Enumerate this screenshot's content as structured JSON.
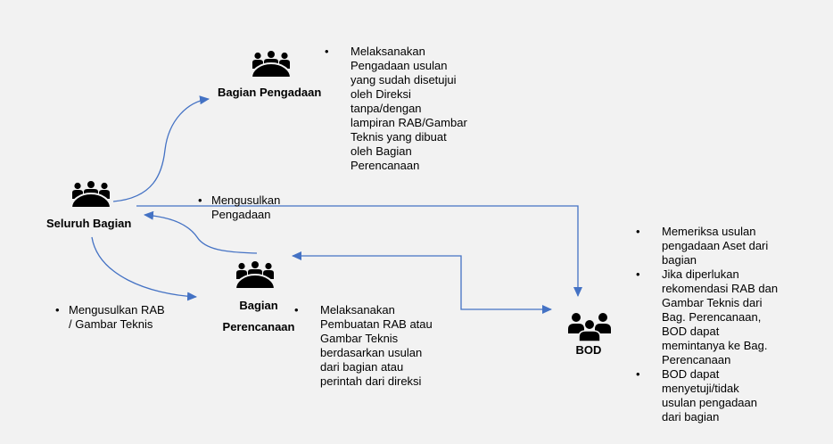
{
  "colors": {
    "background": "#f2f2f2",
    "connector": "#4472c4",
    "icon": "#000000",
    "text": "#000000"
  },
  "nodes": {
    "pengadaan": {
      "label": "Bagian Pengadaan",
      "icon": "group-meeting-icon"
    },
    "seluruh": {
      "label": "Seluruh Bagian",
      "icon": "group-meeting-icon"
    },
    "perencanaan": {
      "label_lines": [
        "Bagian",
        "Perencanaan"
      ],
      "icon": "group-meeting-icon"
    },
    "bod": {
      "label": "BOD",
      "icon": "people-group-icon"
    }
  },
  "notes": {
    "pengadaan": [
      {
        "lines": [
          "Melaksanakan",
          "Pengadaan usulan",
          "yang sudah disetujui",
          "oleh Direksi",
          "tanpa/dengan",
          "lampiran RAB/Gambar",
          "Teknis yang dibuat",
          "oleh Bagian",
          "Perencanaan"
        ]
      }
    ],
    "seluruh_to_bod": [
      {
        "lines": [
          "Mengusulkan",
          "Pengadaan"
        ]
      }
    ],
    "seluruh_to_perencanaan": [
      {
        "lines": [
          "Mengusulkan RAB",
          "/ Gambar Teknis"
        ]
      }
    ],
    "perencanaan": [
      {
        "lines": [
          "Melaksanakan",
          "Pembuatan RAB atau",
          "Gambar Teknis",
          "berdasarkan usulan",
          "dari bagian atau",
          "perintah dari direksi"
        ]
      }
    ],
    "bod": [
      {
        "lines": [
          "Memeriksa usulan",
          "pengadaan Aset dari",
          "bagian"
        ]
      },
      {
        "lines": [
          "Jika diperlukan",
          "rekomendasi RAB dan",
          "Gambar Teknis dari",
          "Bag. Perencanaan,",
          "BOD dapat",
          "memintanya ke Bag.",
          "Perencanaan"
        ]
      },
      {
        "lines": [
          "BOD dapat",
          "menyetuji/tidak",
          "usulan pengadaan",
          "dari bagian"
        ]
      }
    ]
  }
}
